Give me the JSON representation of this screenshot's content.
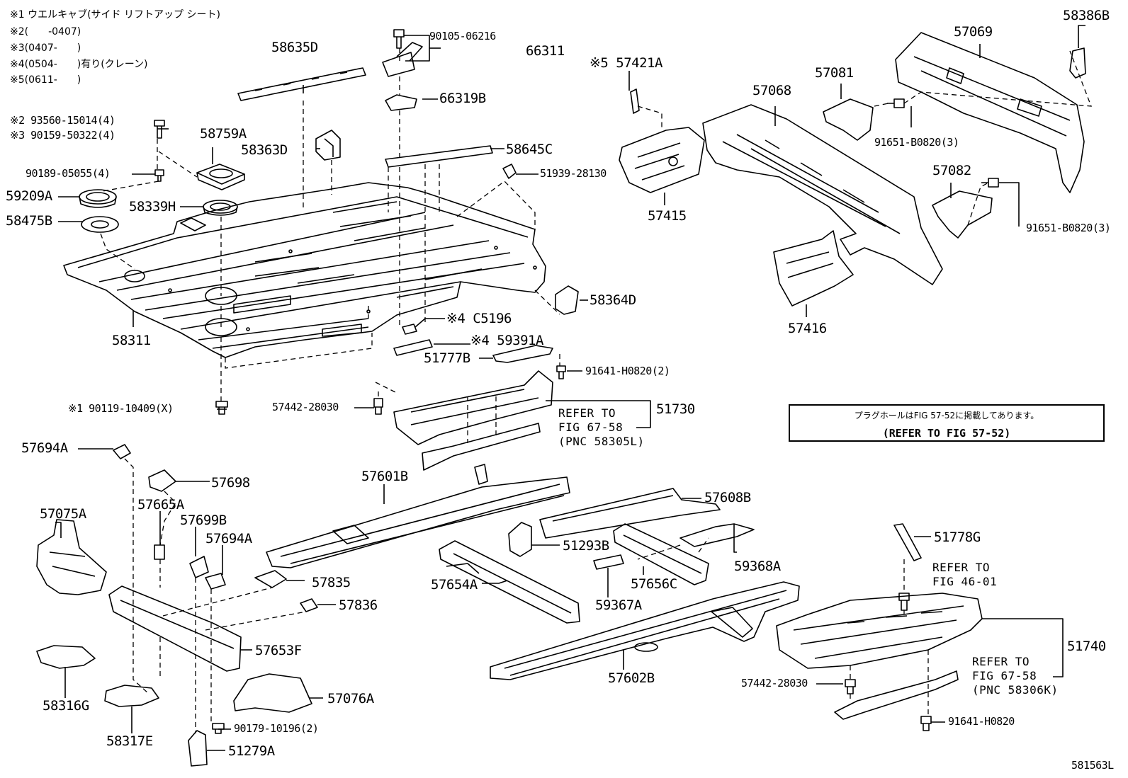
{
  "notes": {
    "n1": "※1 ウエルキャブ(サイド リフトアップ シート)",
    "n2": "※2(　　-0407)",
    "n3": "※3(0407-　　)",
    "n4": "※4(0504-　　)有り(クレーン)",
    "n5": "※5(0611-　　)"
  },
  "parts": {
    "p58635D": "58635D",
    "p90105_06216": "90105-06216",
    "p66311": "66311",
    "p66319B": "66319B",
    "p57421A": "※5 57421A",
    "p57069": "57069",
    "p58386B": "58386B",
    "p57081": "57081",
    "p57068": "57068",
    "p93560": "※2 93560-15014(4)",
    "p90159": "※3 90159-50322(4)",
    "p58759A": "58759A",
    "p58363D": "58363D",
    "p58645C": "58645C",
    "p90189": "90189-05055(4)",
    "p51939": "51939-28130",
    "p91651a": "91651-B0820(3)",
    "p59209A": "59209A",
    "p58339H": "58339H",
    "p57082": "57082",
    "p58475B": "58475B",
    "p57415": "57415",
    "p91651b": "91651-B0820(3)",
    "p58364D": "58364D",
    "pC5196": "※4 C5196",
    "p57416": "57416",
    "p58311": "58311",
    "p59391A": "※4 59391A",
    "p51777B": "51777B",
    "p91641_2": "91641-H0820(2)",
    "p90119": "※1 90119-10409(X)",
    "p57442a": "57442-28030",
    "p51730": "51730",
    "p57694A_top": "57694A",
    "p57698": "57698",
    "p57601B": "57601B",
    "p57608B": "57608B",
    "p57075A": "57075A",
    "p57665A": "57665A",
    "p57699B": "57699B",
    "p57694A_mid": "57694A",
    "p51293B": "51293B",
    "p51778G": "51778G",
    "p59368A": "59368A",
    "p57835": "57835",
    "p57654A": "57654A",
    "p57656C": "57656C",
    "p57836": "57836",
    "p59367A": "59367A",
    "p57653F": "57653F",
    "p51740": "51740",
    "p57602B": "57602B",
    "p58316G": "58316G",
    "p57076A": "57076A",
    "p57442b": "57442-28030",
    "p58317E": "58317E",
    "p90179": "90179-10196(2)",
    "p91641": "91641-H0820",
    "p51279A": "51279A",
    "figno": "581563L"
  },
  "refs": {
    "r51730": [
      "REFER TO",
      "FIG 67-58",
      "(PNC 58305L)"
    ],
    "r4601": [
      "REFER TO",
      "FIG 46-01"
    ],
    "r51740": [
      "REFER TO",
      "FIG 67-58",
      "(PNC 58306K)"
    ]
  },
  "notebox": {
    "jp": "プラグホールはFIG 57-52に掲載してあります。",
    "en": "(REFER TO FIG 57-52)"
  }
}
